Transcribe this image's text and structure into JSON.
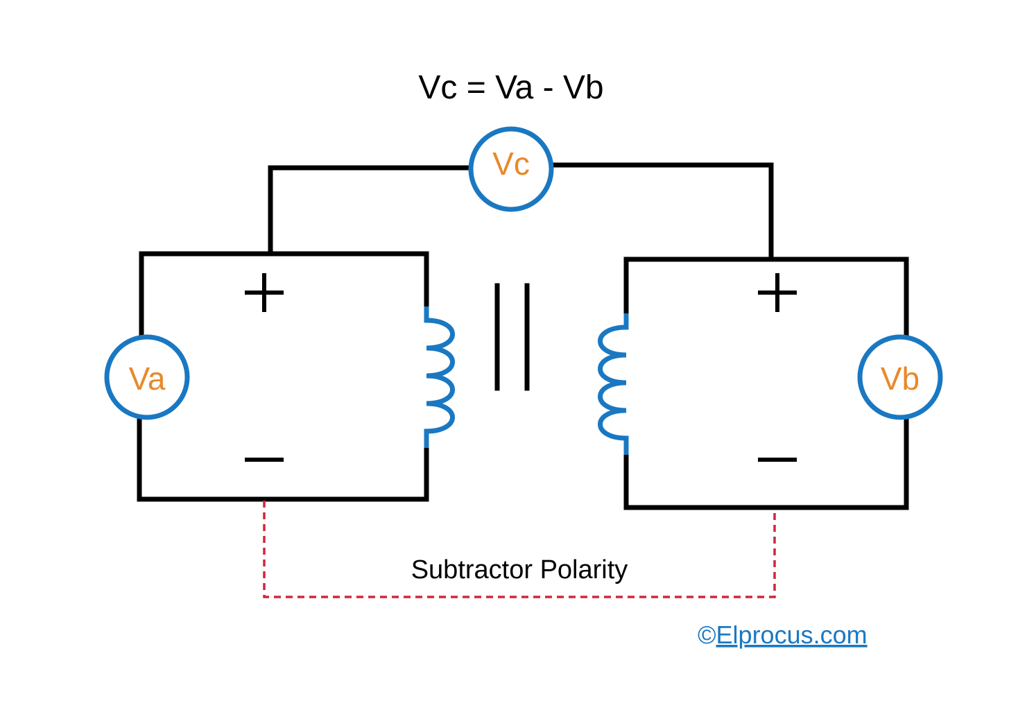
{
  "equation": "Vc = Va - Vb",
  "sources": {
    "va": "Va",
    "vb": "Vb",
    "vc": "Vc"
  },
  "caption": "Subtractor Polarity",
  "credit": {
    "symbol": "©",
    "link": "Elprocus.com"
  },
  "colors": {
    "wire": "#000000",
    "coil": "#1a78c2",
    "source_label": "#e8892a",
    "polarity_link": "#d0263c",
    "credit": "#1a78c2"
  }
}
